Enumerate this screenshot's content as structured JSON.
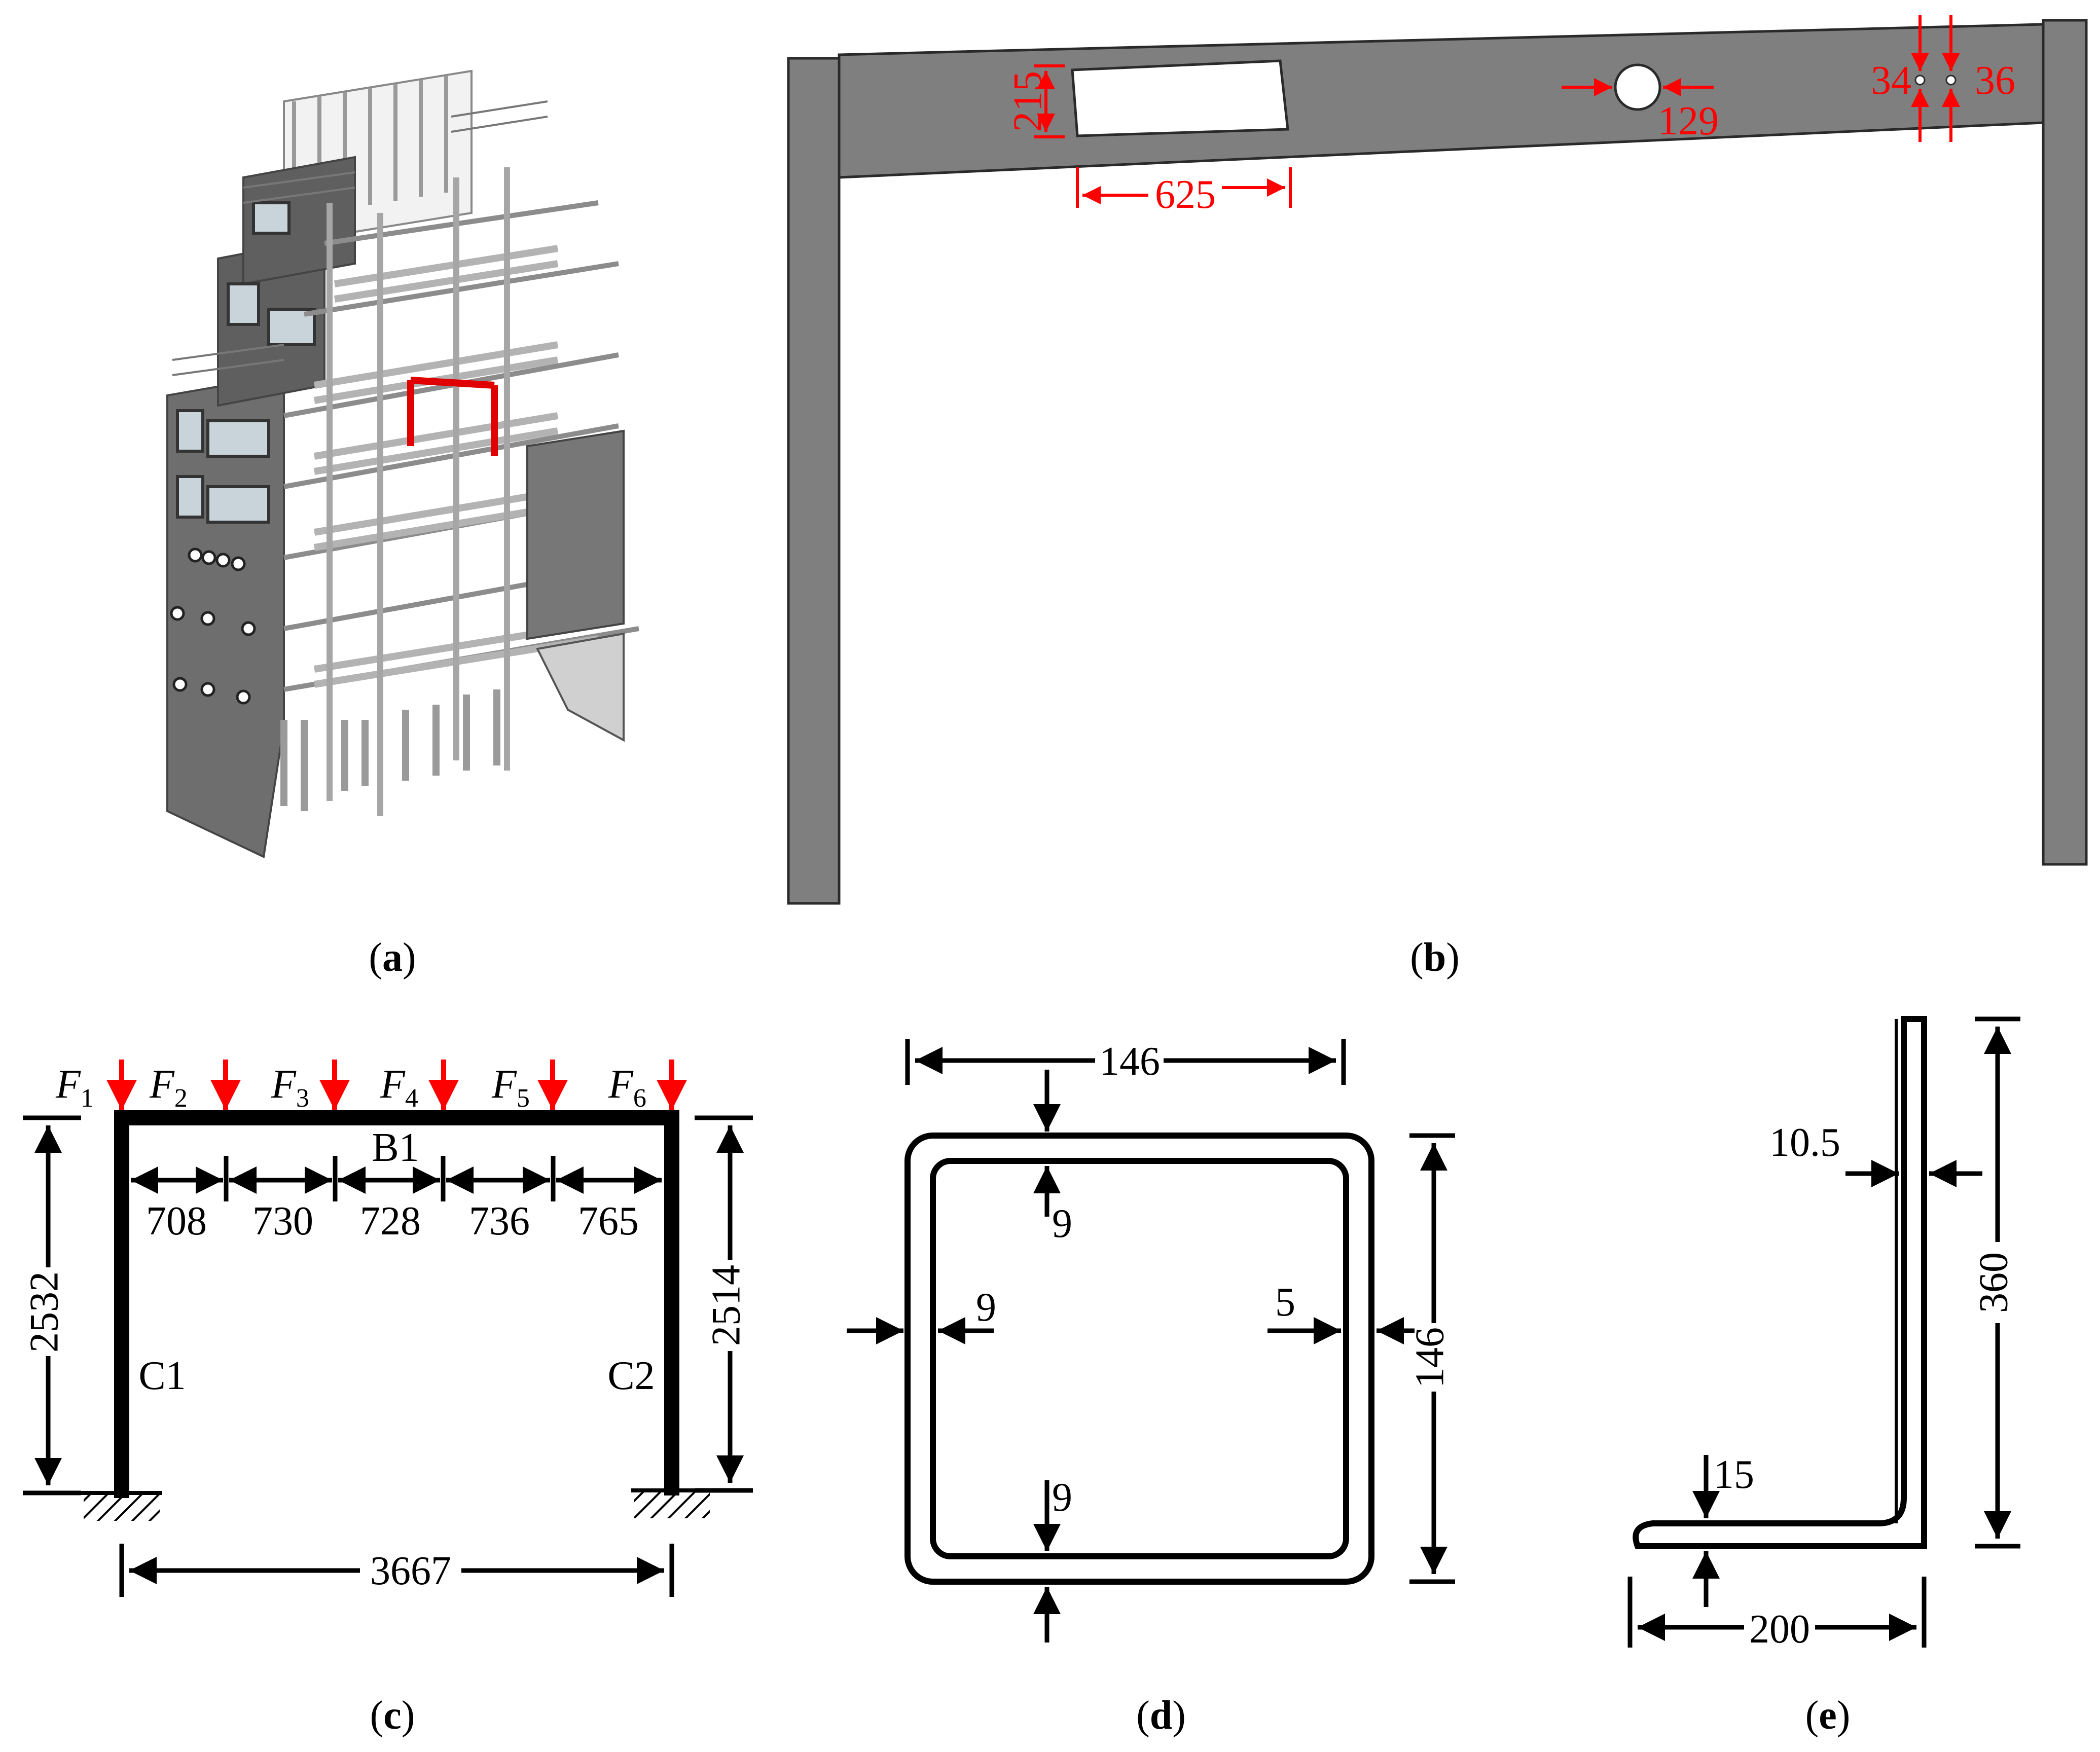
{
  "panels": {
    "a": {
      "caption_open": "(",
      "caption_letter": "a",
      "caption_close": ")"
    },
    "b": {
      "caption_open": "(",
      "caption_letter": "b",
      "caption_close": ")",
      "dims": {
        "opening_height": "215",
        "opening_width": "625",
        "circle_hole": "129",
        "small_hole_left": "34",
        "small_hole_right": "36"
      }
    },
    "c": {
      "caption_open": "(",
      "caption_letter": "c",
      "caption_close": ")",
      "forces": [
        {
          "symbol": "F",
          "sub": "1"
        },
        {
          "symbol": "F",
          "sub": "2"
        },
        {
          "symbol": "F",
          "sub": "3"
        },
        {
          "symbol": "F",
          "sub": "4"
        },
        {
          "symbol": "F",
          "sub": "5"
        },
        {
          "symbol": "F",
          "sub": "6"
        }
      ],
      "beam_label": "B1",
      "column_left": "C1",
      "column_right": "C2",
      "spans": [
        "708",
        "730",
        "728",
        "736",
        "765"
      ],
      "height_left": "2532",
      "height_right": "2514",
      "total_width": "3667"
    },
    "d": {
      "caption_open": "(",
      "caption_letter": "d",
      "caption_close": ")",
      "width": "146",
      "height": "146",
      "top_thickness": "9",
      "left_thickness": "9",
      "right_thickness": "5",
      "bottom_thickness": "9"
    },
    "e": {
      "caption_open": "(",
      "caption_letter": "e",
      "caption_close": ")",
      "web_thickness": "10.5",
      "height": "360",
      "flange_thickness": "15",
      "width": "200"
    }
  },
  "colors": {
    "force_arrows": "#ff0000",
    "frame_grey": "#7f7f7f",
    "frame_grey_dark": "#5e5e5e",
    "dimension_red": "#ff0000",
    "line": "#000000"
  }
}
